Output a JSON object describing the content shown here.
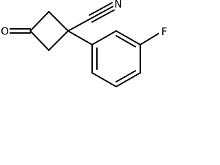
{
  "molecule": {
    "atoms": {
      "oxygen": "O",
      "nitrogen": "N",
      "fluorine": "F"
    }
  }
}
